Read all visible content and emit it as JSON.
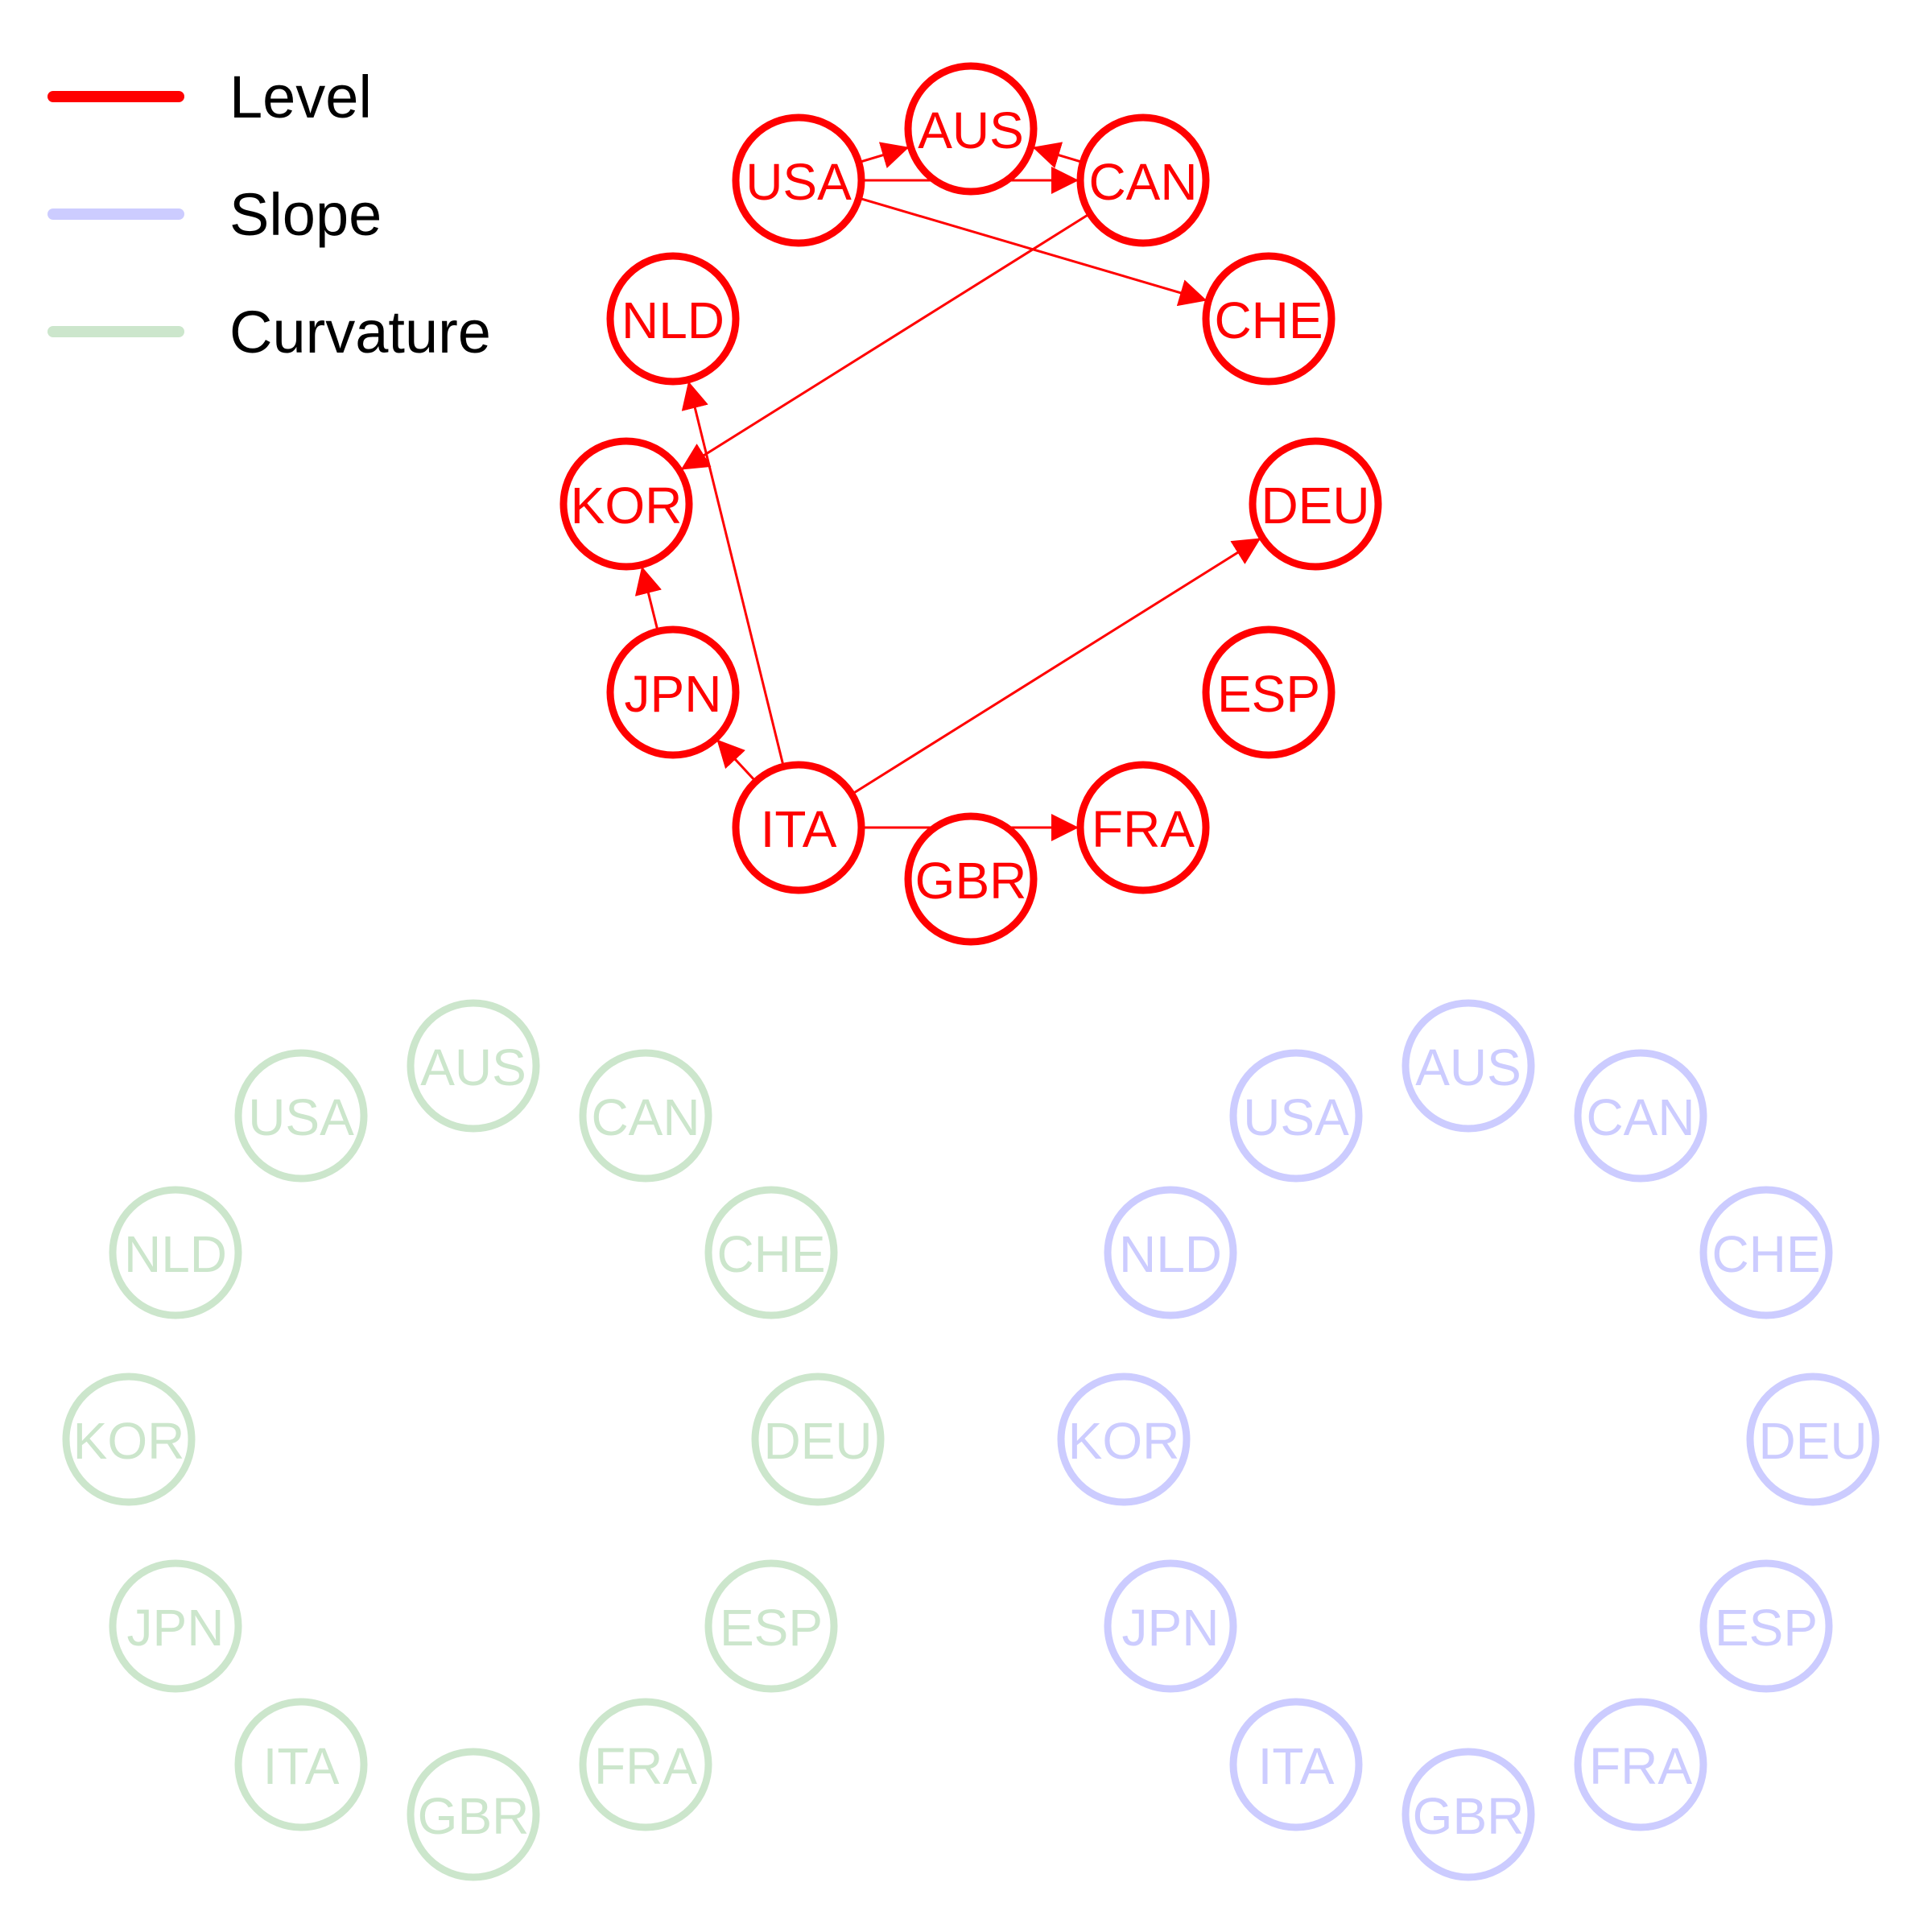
{
  "legend": [
    {
      "label": "Level",
      "color": "#ff0000"
    },
    {
      "label": "Slope",
      "color": "#ccccff"
    },
    {
      "label": "Curvature",
      "color": "#cce6cc"
    }
  ],
  "networks": [
    {
      "name": "Level",
      "color": "#ff0000",
      "nodes": [
        "AUS",
        "CAN",
        "CHE",
        "DEU",
        "ESP",
        "FRA",
        "GBR",
        "ITA",
        "JPN",
        "KOR",
        "NLD",
        "USA"
      ],
      "edges": [
        {
          "from": "USA",
          "to": "AUS"
        },
        {
          "from": "USA",
          "to": "CAN"
        },
        {
          "from": "CAN",
          "to": "AUS"
        },
        {
          "from": "USA",
          "to": "CHE"
        },
        {
          "from": "CAN",
          "to": "KOR"
        },
        {
          "from": "ITA",
          "to": "NLD"
        },
        {
          "from": "JPN",
          "to": "KOR"
        },
        {
          "from": "ITA",
          "to": "JPN"
        },
        {
          "from": "ITA",
          "to": "DEU"
        },
        {
          "from": "ITA",
          "to": "FRA"
        }
      ]
    },
    {
      "name": "Curvature",
      "color": "#cce6cc",
      "nodes": [
        "AUS",
        "CAN",
        "CHE",
        "DEU",
        "ESP",
        "FRA",
        "GBR",
        "ITA",
        "JPN",
        "KOR",
        "NLD",
        "USA"
      ],
      "edges": []
    },
    {
      "name": "Slope",
      "color": "#ccccff",
      "nodes": [
        "AUS",
        "CAN",
        "CHE",
        "DEU",
        "ESP",
        "FRA",
        "GBR",
        "ITA",
        "JPN",
        "KOR",
        "NLD",
        "USA"
      ],
      "edges": []
    }
  ]
}
